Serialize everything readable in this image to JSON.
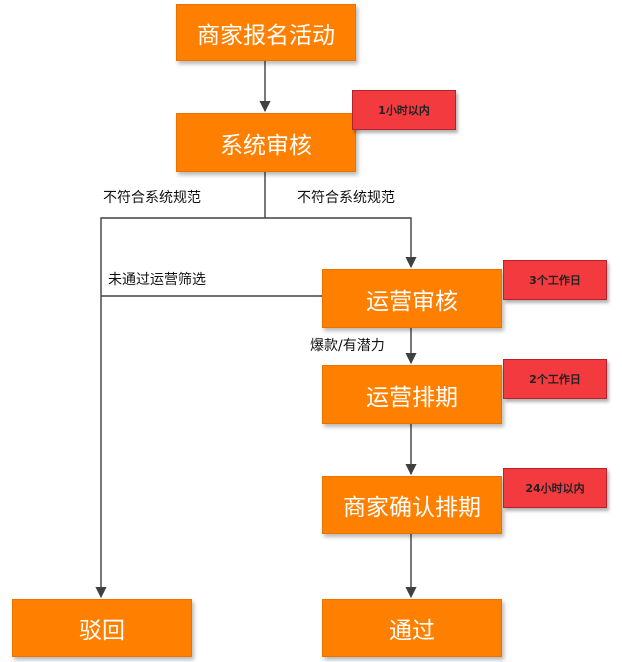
{
  "nodes": {
    "register": "商家报名活动",
    "system_review": "系统审核",
    "ops_review": "运营审核",
    "ops_schedule": "运营排期",
    "merchant_confirm": "商家确认排期",
    "reject": "驳回",
    "pass": "通过"
  },
  "badges": {
    "system_review": "1小时以内",
    "ops_review": "3个工作日",
    "ops_schedule": "2个工作日",
    "merchant_confirm": "24小时以内"
  },
  "edge_labels": {
    "left_noncompliant": "不符合系统规范",
    "right_noncompliant": "不符合系统规范",
    "ops_filter_fail": "未通过运营筛选",
    "hot_item": "爆款/有潜力"
  },
  "colors": {
    "node_fill": "#FF8000",
    "badge_fill": "#F23A3F",
    "line": "#404040"
  }
}
